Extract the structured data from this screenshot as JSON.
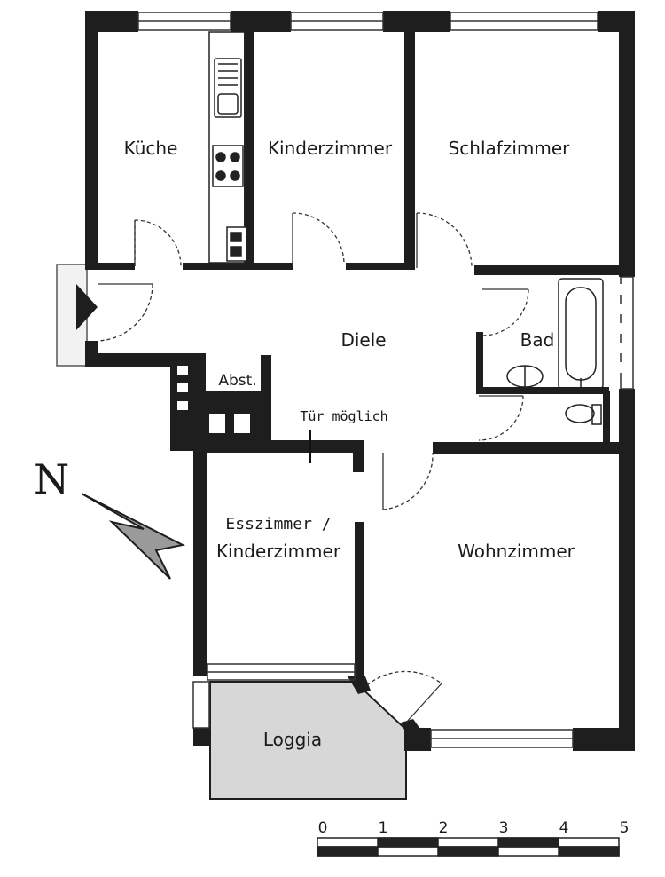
{
  "rooms": {
    "kueche": "Küche",
    "kinderzimmer": "Kinderzimmer",
    "schlafzimmer": "Schlafzimmer",
    "diele": "Diele",
    "bad": "Bad",
    "abst": "Abst.",
    "esszimmer_line1": "Esszimmer /",
    "esszimmer_line2": "Kinderzimmer",
    "wohnzimmer": "Wohnzimmer",
    "loggia": "Loggia"
  },
  "note": "Tür möglich",
  "compass": {
    "label": "N"
  },
  "scale": {
    "ticks": [
      "0",
      "1",
      "2",
      "3",
      "4",
      "5"
    ]
  },
  "colors": {
    "wall": "#1e1e1e",
    "loggia": "#d7d7d7",
    "scale_dark": "#222222"
  }
}
